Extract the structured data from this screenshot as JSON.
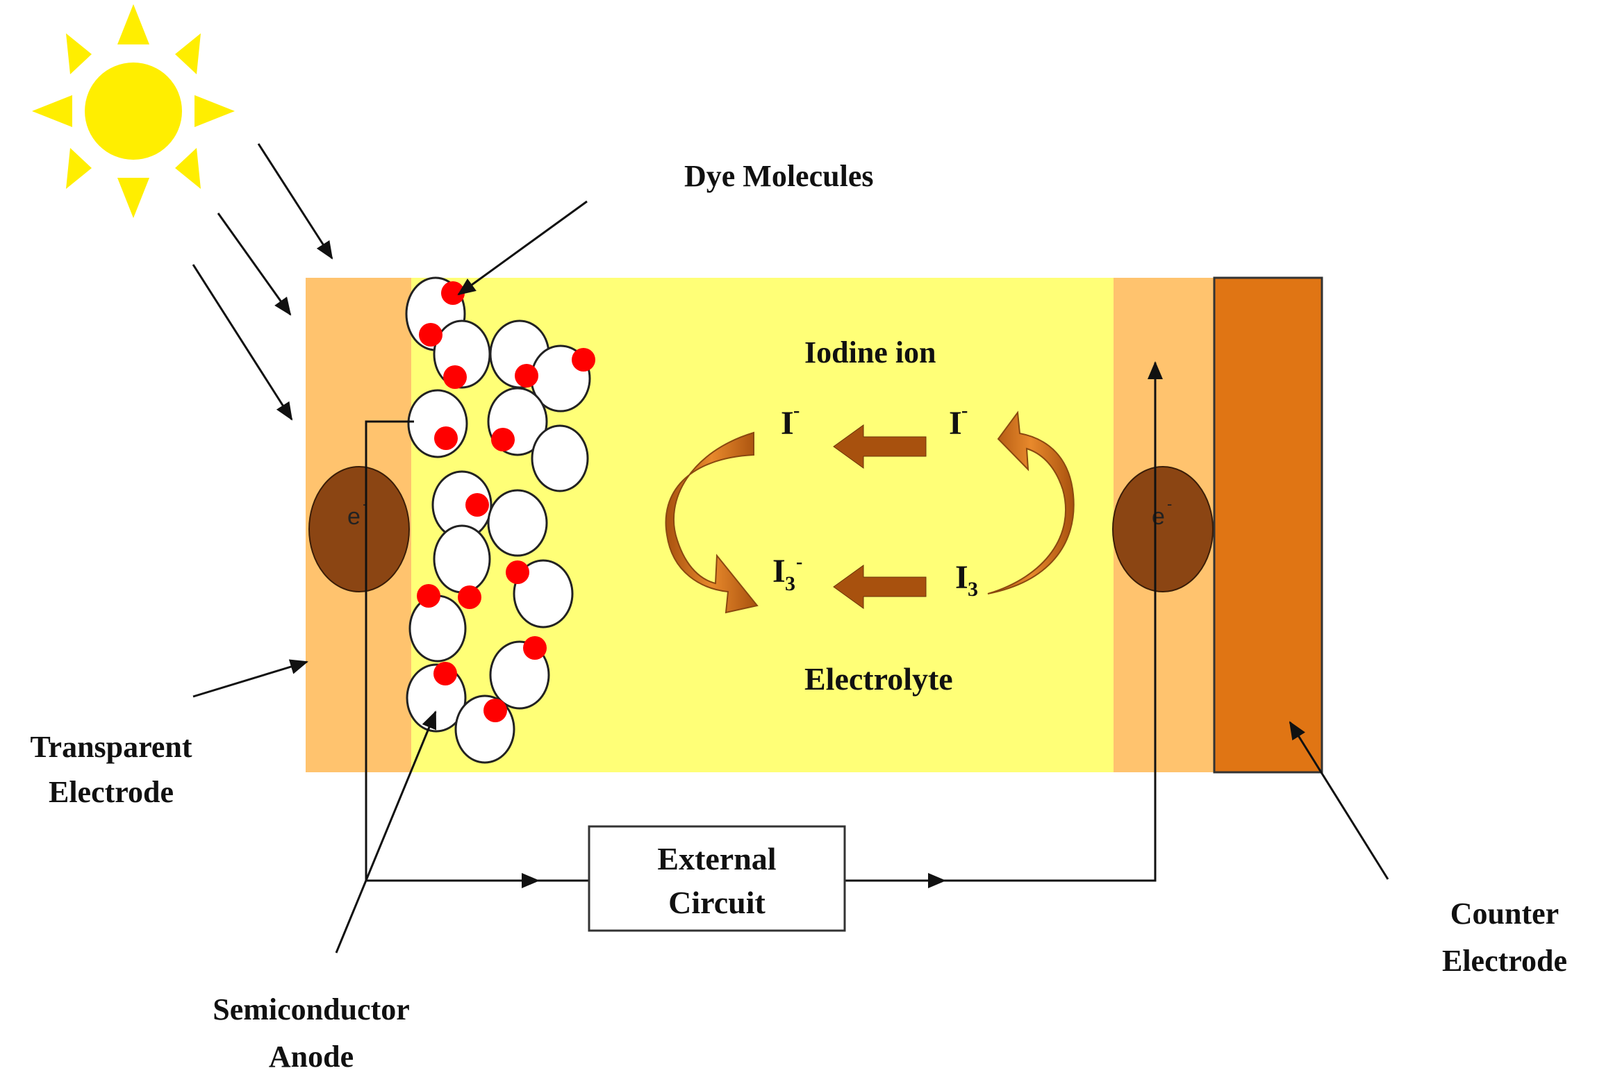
{
  "labels": {
    "dye_molecules": "Dye Molecules",
    "iodine_ion": "Iodine ion",
    "electrolyte": "Electrolyte",
    "transparent_electrode_line1": "Transparent",
    "transparent_electrode_line2": "Electrode",
    "semiconductor_anode_line1": "Semiconductor",
    "semiconductor_anode_line2": "Anode",
    "counter_electrode_line1": "Counter",
    "counter_electrode_line2": "Electrode",
    "external_circuit_line1": "External",
    "external_circuit_line2": "Circuit"
  },
  "ions": {
    "iodide_base": "I",
    "iodide_charge": "-",
    "triiodide_base": "I",
    "triiodide_subscript": "3",
    "triiodide_charge": "-"
  },
  "electron": {
    "base": "e",
    "charge": "-"
  },
  "colors": {
    "sun": "#FFEE00",
    "electrolyte": "#FFFF77",
    "transparent_electrode": "#FFC36E",
    "counter_electrode": "#E07514",
    "electron": "#8B4513",
    "dye": "#FF0000",
    "reaction_arrow": "#C8651B"
  }
}
